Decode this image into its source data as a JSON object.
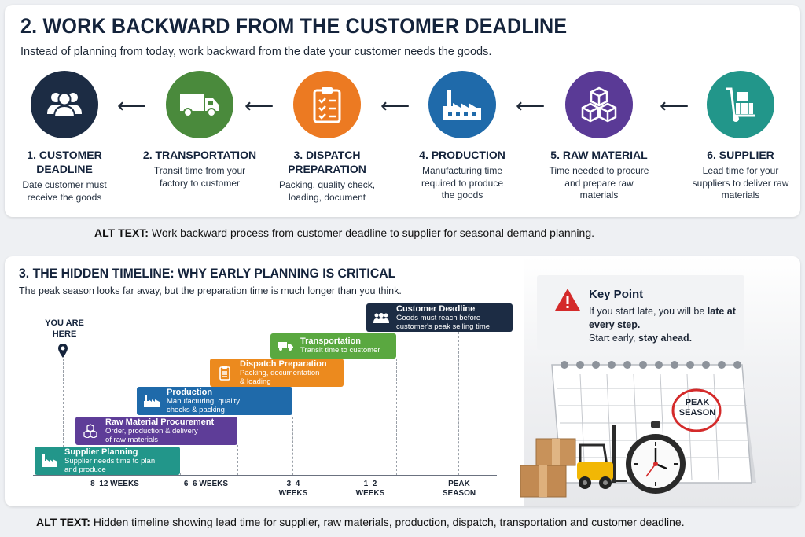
{
  "section2": {
    "title": "2. WORK BACKWARD FROM THE CUSTOMER DEADLINE",
    "subtitle": "Instead of planning from today, work backward from the date your customer needs the goods.",
    "steps": [
      {
        "title": "1. CUSTOMER DEADLINE",
        "desc": "Date customer must receive the goods",
        "icon": "people-icon",
        "color": "#1c2c44"
      },
      {
        "title": "2. TRANSPORTATION",
        "desc": "Transit time from your factory to customer",
        "icon": "truck-icon",
        "color": "#4a8a3c"
      },
      {
        "title": "3. DISPATCH PREPARATION",
        "desc": "Packing, quality check, loading, document",
        "icon": "clipboard-icon",
        "color": "#ec7a22"
      },
      {
        "title": "4. PRODUCTION",
        "desc": "Manufacturing time required to produce the goods",
        "icon": "factory-icon",
        "color": "#1f6aaa"
      },
      {
        "title": "5. RAW MATERIAL",
        "desc": "Time needed to procure and prepare raw materials",
        "icon": "boxes-icon",
        "color": "#5a3a96"
      },
      {
        "title": "6. SUPPLIER",
        "desc": "Lead time for your suppliers to deliver raw materials",
        "icon": "handtruck-icon",
        "color": "#22968a"
      }
    ],
    "alt_label": "ALT TEXT:",
    "alt_text": "Work backward process from customer deadline to supplier for seasonal demand planning."
  },
  "section3": {
    "title": "3. THE HIDDEN TIMELINE: WHY EARLY PLANNING IS CRITICAL",
    "subtitle": "The peak season looks far away, but the preparation time is much longer than you think.",
    "you_are_here": "YOU ARE HERE",
    "bars": [
      {
        "title": "Customer Deadline",
        "desc": "Goods must reach before customer's peak selling time",
        "color": "#1c2c44"
      },
      {
        "title": "Transportation",
        "desc": "Transit time to customer",
        "color": "#5aa840"
      },
      {
        "title": "Dispatch Preparation",
        "desc": "Packing, documentation & loading",
        "color": "#ec8a1e"
      },
      {
        "title": "Production",
        "desc": "Manufacturing, quality checks & packing",
        "color": "#1f6aaa"
      },
      {
        "title": "Raw Material Procurement",
        "desc": "Order, production & delivery of raw materials",
        "color": "#5e3d98"
      },
      {
        "title": "Supplier Planning",
        "desc": "Supplier needs time to plan and produce",
        "color": "#22968a"
      }
    ],
    "ticks": [
      {
        "label": "8–12 WEEKS"
      },
      {
        "label": "6–6 WEEKS"
      },
      {
        "label": "3–4 WEEKS"
      },
      {
        "label": "1–2 WEEKS"
      },
      {
        "label": "PEAK SEASON"
      }
    ],
    "key_point": {
      "title": "Key Point",
      "text1": "If you start late, you will be ",
      "bold1": "late at every step.",
      "text2": "Start early, ",
      "bold2": "stay ahead."
    },
    "calendar_stamp": "PEAK SEASON",
    "alt_label": "ALT TEXT:",
    "alt_text": "Hidden timeline showing lead time for supplier, raw materials, production, dispatch, transportation and customer deadline."
  }
}
